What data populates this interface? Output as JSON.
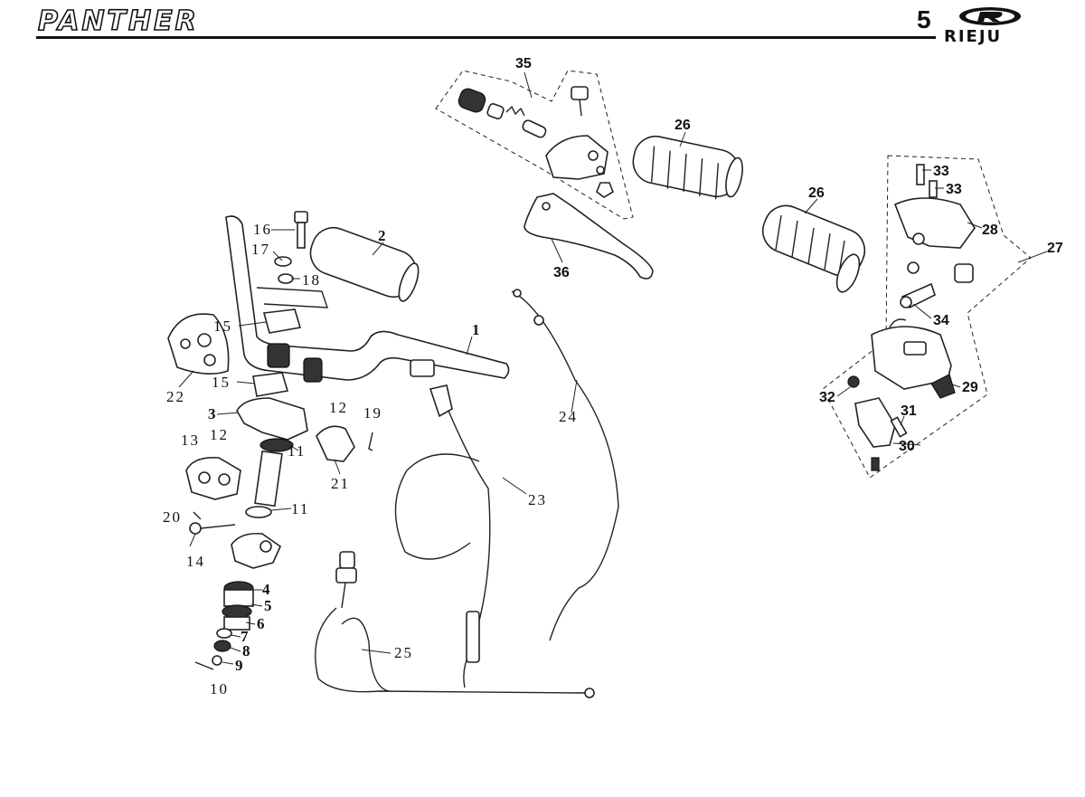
{
  "header": {
    "model_logo": "PANTHER",
    "page_number": "5",
    "brand_logo": "RIEJU"
  },
  "callouts": [
    {
      "id": "c35",
      "label": "35"
    },
    {
      "id": "c26a",
      "label": "26"
    },
    {
      "id": "c26b",
      "label": "26"
    },
    {
      "id": "c33a",
      "label": "33"
    },
    {
      "id": "c33b",
      "label": "33"
    },
    {
      "id": "c28",
      "label": "28"
    },
    {
      "id": "c27",
      "label": "27"
    },
    {
      "id": "c34",
      "label": "34"
    },
    {
      "id": "c29",
      "label": "29"
    },
    {
      "id": "c32",
      "label": "32"
    },
    {
      "id": "c31",
      "label": "31"
    },
    {
      "id": "c30",
      "label": "30"
    },
    {
      "id": "c36",
      "label": "36"
    },
    {
      "id": "c2",
      "label": "2"
    },
    {
      "id": "c1",
      "label": "1"
    },
    {
      "id": "c16",
      "label": "16"
    },
    {
      "id": "c17",
      "label": "17"
    },
    {
      "id": "c18",
      "label": "18"
    },
    {
      "id": "c15a",
      "label": "15"
    },
    {
      "id": "c15b",
      "label": "15"
    },
    {
      "id": "c22",
      "label": "22"
    },
    {
      "id": "c3",
      "label": "3"
    },
    {
      "id": "c13",
      "label": "13"
    },
    {
      "id": "c12a",
      "label": "12"
    },
    {
      "id": "c12b",
      "label": "12"
    },
    {
      "id": "c11a",
      "label": "11"
    },
    {
      "id": "c11b",
      "label": "11"
    },
    {
      "id": "c19",
      "label": "19"
    },
    {
      "id": "c21",
      "label": "21"
    },
    {
      "id": "c20",
      "label": "20"
    },
    {
      "id": "c14",
      "label": "14"
    },
    {
      "id": "c4",
      "label": "4"
    },
    {
      "id": "c5",
      "label": "5"
    },
    {
      "id": "c6",
      "label": "6"
    },
    {
      "id": "c7",
      "label": "7"
    },
    {
      "id": "c8",
      "label": "8"
    },
    {
      "id": "c9",
      "label": "9"
    },
    {
      "id": "c10",
      "label": "10"
    },
    {
      "id": "c24",
      "label": "24"
    },
    {
      "id": "c23",
      "label": "23"
    },
    {
      "id": "c25",
      "label": "25"
    }
  ]
}
